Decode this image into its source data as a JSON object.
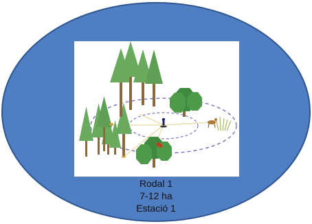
{
  "colors": {
    "ellipse_fill": "#4f7ec3",
    "ellipse_stroke": "#2e5590",
    "panel_bg": "#ffffff",
    "tree_green": "#6aaa5e",
    "tree_dark": "#3f8a3f",
    "trunk": "#8a6a3a",
    "circle_dash": "#7a78c0",
    "line_yellow": "#e8dca0"
  },
  "caption": {
    "line1": "Rodal 1",
    "line2": "7-12 ha",
    "line3": "Estació 1"
  },
  "icons": {
    "center": "observer-person-icon",
    "fox": "fox-icon",
    "deer": "deer-icon",
    "bird": "bird-icon",
    "grass": "grass-tuft-icon"
  }
}
